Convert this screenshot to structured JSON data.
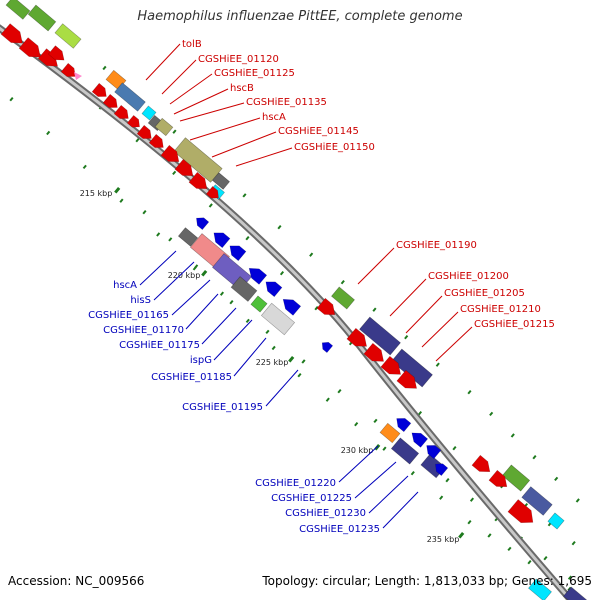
{
  "title": "Haemophilus influenzae PittEE, complete genome",
  "footer": {
    "accession": "Accession: NC_009566",
    "topology": "Topology: circular; Length: 1,813,033 bp; Genes: 1,695"
  },
  "colors": {
    "forward": "#e00000",
    "reverse": "#0000d8",
    "forward_label": "#cc0000",
    "reverse_label": "#0000bb",
    "backbone": "#8a8a8a",
    "tick": "#1e7a1e"
  },
  "ticks": [
    {
      "label": "215 kbp"
    },
    {
      "label": "220 kbp"
    },
    {
      "label": "225 kbp"
    },
    {
      "label": "230 kbp"
    },
    {
      "label": "235 kbp"
    }
  ],
  "forward_labels": [
    "tolB",
    "CGSHiEE_01120",
    "CGSHiEE_01125",
    "hscB",
    "CGSHiEE_01135",
    "hscA",
    "CGSHiEE_01145",
    "CGSHiEE_01150",
    "CGSHiEE_01190",
    "CGSHiEE_01200",
    "CGSHiEE_01205",
    "CGSHiEE_01210",
    "CGSHiEE_01215"
  ],
  "reverse_labels": [
    "hscA",
    "hisS",
    "CGSHiEE_01165",
    "CGSHiEE_01170",
    "CGSHiEE_01175",
    "ispG",
    "CGSHiEE_01185",
    "CGSHiEE_01195",
    "CGSHiEE_01220",
    "CGSHiEE_01225",
    "CGSHiEE_01230",
    "CGSHiEE_01235"
  ]
}
